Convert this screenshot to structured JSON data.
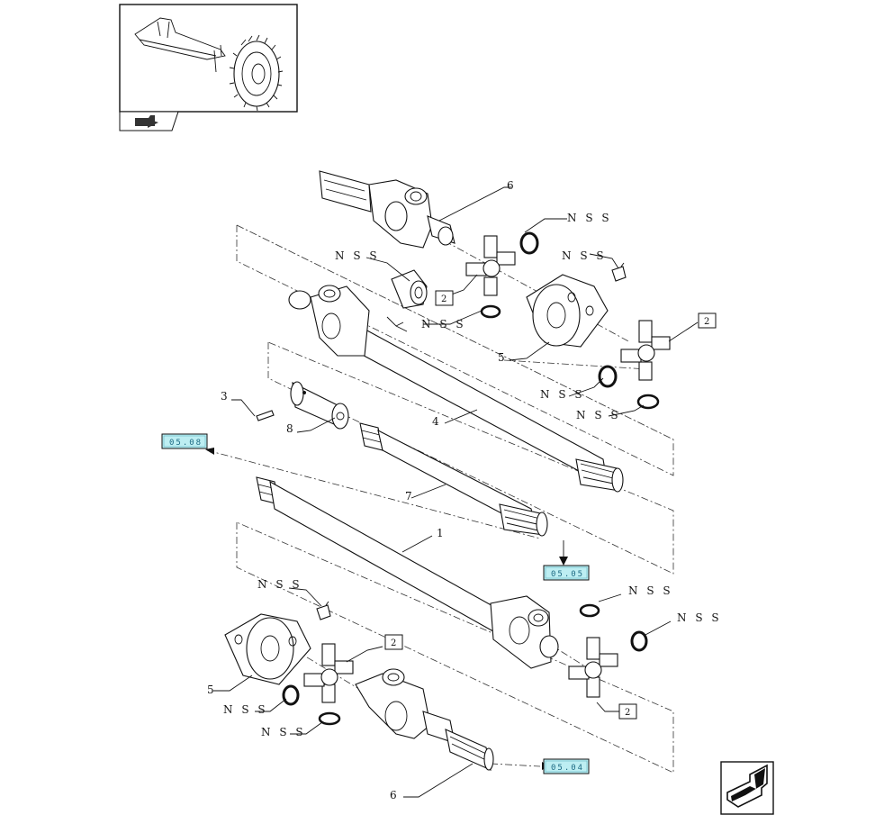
{
  "labels": {
    "nss": "N S S",
    "p1": "1",
    "p3": "3",
    "p4": "4",
    "p5": "5",
    "p6": "6",
    "p7": "7",
    "p8": "8",
    "box2": "2"
  },
  "refs": {
    "r0508": "05.08",
    "r0505": "05.05",
    "r0504": "05.04"
  },
  "icons": {
    "thumbnail": "tractor-wheel-thumbnail",
    "nav_small": "folder-arrow-icon",
    "nav_big": "next-page-arrow-icon"
  }
}
